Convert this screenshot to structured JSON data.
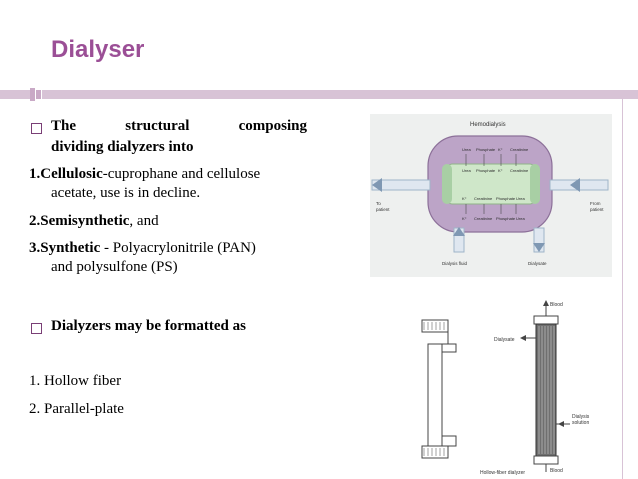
{
  "title": "Dialyser",
  "left": {
    "bullet1_words": [
      "The",
      "structural",
      "composing"
    ],
    "bullet1_line2": "dividing dialyzers into",
    "item1_num": "1.",
    "item1_bold": "Cellulosic",
    "item1_rest": "-cuprophane  and cellulose",
    "item1_line2": "acetate, use is in decline.",
    "item2_num": "2.",
    "item2_bold": "Semisynthetic",
    "item2_rest": ",  and",
    "item3_num": "3.",
    "item3_bold": "Synthetic",
    "item3_rest": " -  Polyacrylonitrile  (PAN)",
    "item3_line2": "and polysulfone (PS)",
    "bullet2": "Dialyzers may be formatted as",
    "format1": "1. Hollow fiber",
    "format2": "2. Parallel-plate"
  },
  "hemodialysis_figure": {
    "title": "Hemodialysis",
    "row1": [
      "Urea",
      "Phosphate",
      "K⁺",
      "Creatinine"
    ],
    "row2": [
      "Urea",
      "Phosphate",
      "K⁺",
      "Creatinine"
    ],
    "row3": [
      "K⁺",
      "Creatinine",
      "Phosphate",
      "Urea"
    ],
    "row4": [
      "K⁺",
      "Creatinine",
      "Phosphate",
      "Urea"
    ],
    "to_patient": [
      "To",
      "patient"
    ],
    "from_patient": [
      "From",
      "patient"
    ],
    "dialysis_fluid": "Dialysis fluid",
    "dialysate": "Dialysate"
  },
  "hollow_fiber_figure": {
    "blood_top": "Blood",
    "dialysate": "Dialysate",
    "dialysis_solution": [
      "Dialysis",
      "solution"
    ],
    "blood_bottom": "Blood",
    "caption": "Hollow-fiber dialyzer"
  }
}
